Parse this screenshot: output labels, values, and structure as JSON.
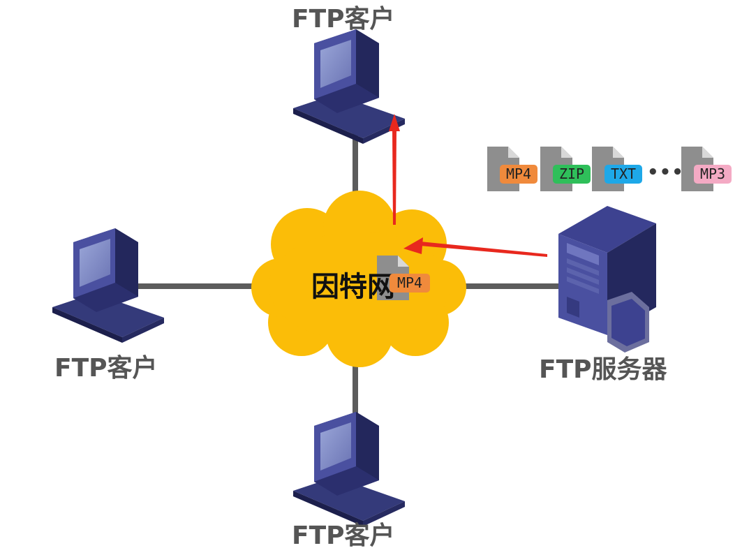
{
  "clients": {
    "top_label": "FTP客户",
    "left_label": "FTP客户",
    "bottom_label": "FTP客户"
  },
  "server": {
    "label": "FTP服务器"
  },
  "internet": {
    "label": "因特网"
  },
  "files": {
    "types": [
      {
        "label": "MP4",
        "color": "#f08a3c"
      },
      {
        "label": "ZIP",
        "color": "#2fbf5a"
      },
      {
        "label": "TXT",
        "color": "#1ea8e8"
      },
      {
        "label": "MP3",
        "color": "#f4aac4"
      }
    ],
    "ellipsis": "•••",
    "transfer_label": "MP4"
  },
  "colors": {
    "cloud": "#fbbd08",
    "link": "#5c5c5c",
    "arrow": "#e8281e",
    "device": "#2e3170",
    "file_icon": "#8e8e8e"
  }
}
